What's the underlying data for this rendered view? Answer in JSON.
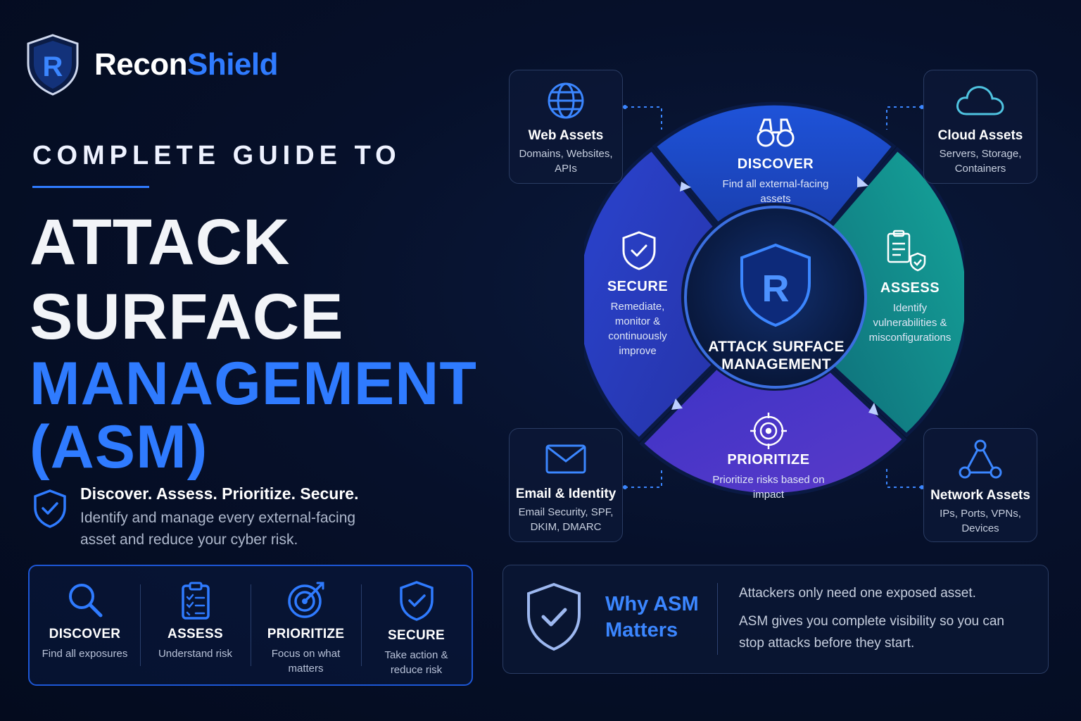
{
  "brand": {
    "name_part1": "Recon",
    "name_part2": "Shield",
    "logo_letter": "R"
  },
  "hero": {
    "kicker": "COMPLETE GUIDE TO",
    "title_line1": "ATTACK",
    "title_line2": "SURFACE",
    "title_line3": "MANAGEMENT",
    "title_line4": "(ASM)",
    "tagline": "Discover. Assess. Prioritize. Secure.",
    "description": "Identify and manage every external-facing asset and reduce your cyber risk."
  },
  "steps": [
    {
      "title": "DISCOVER",
      "desc": "Find all exposures",
      "icon": "magnifier-icon"
    },
    {
      "title": "ASSESS",
      "desc": "Understand risk",
      "icon": "clipboard-icon"
    },
    {
      "title": "PRIORITIZE",
      "desc": "Focus on what matters",
      "icon": "target-icon"
    },
    {
      "title": "SECURE",
      "desc": "Take action & reduce risk",
      "icon": "shield-check-icon"
    }
  ],
  "assets": {
    "web": {
      "title": "Web Assets",
      "desc": "Domains, Websites, APIs",
      "icon": "globe-icon"
    },
    "cloud": {
      "title": "Cloud Assets",
      "desc": "Servers, Storage, Containers",
      "icon": "cloud-icon"
    },
    "email": {
      "title": "Email & Identity",
      "desc": "Email Security, SPF, DKIM, DMARC",
      "icon": "envelope-icon"
    },
    "network": {
      "title": "Network Assets",
      "desc": "IPs, Ports, VPNs, Devices",
      "icon": "network-icon"
    }
  },
  "cycle": {
    "center_title": "ATTACK SURFACE MANAGEMENT",
    "discover": {
      "title": "DISCOVER",
      "desc": "Find all external-facing assets"
    },
    "assess": {
      "title": "ASSESS",
      "desc": "Identify vulnerabilities & misconfigurations"
    },
    "prioritize": {
      "title": "PRIORITIZE",
      "desc": "Prioritize risks based on impact"
    },
    "secure": {
      "title": "SECURE",
      "desc": "Remediate, monitor & continuously improve"
    }
  },
  "why": {
    "title_line1": "Why ASM",
    "title_line2": "Matters",
    "line1": "Attackers only need one exposed asset.",
    "line2": "ASM gives you complete visibility so you can stop attacks before they start."
  },
  "colors": {
    "accent": "#2f7bff",
    "discover": "#1f4fd1",
    "assess": "#138f8c",
    "prioritize": "#4a35c2",
    "secure": "#2a3fc7"
  }
}
